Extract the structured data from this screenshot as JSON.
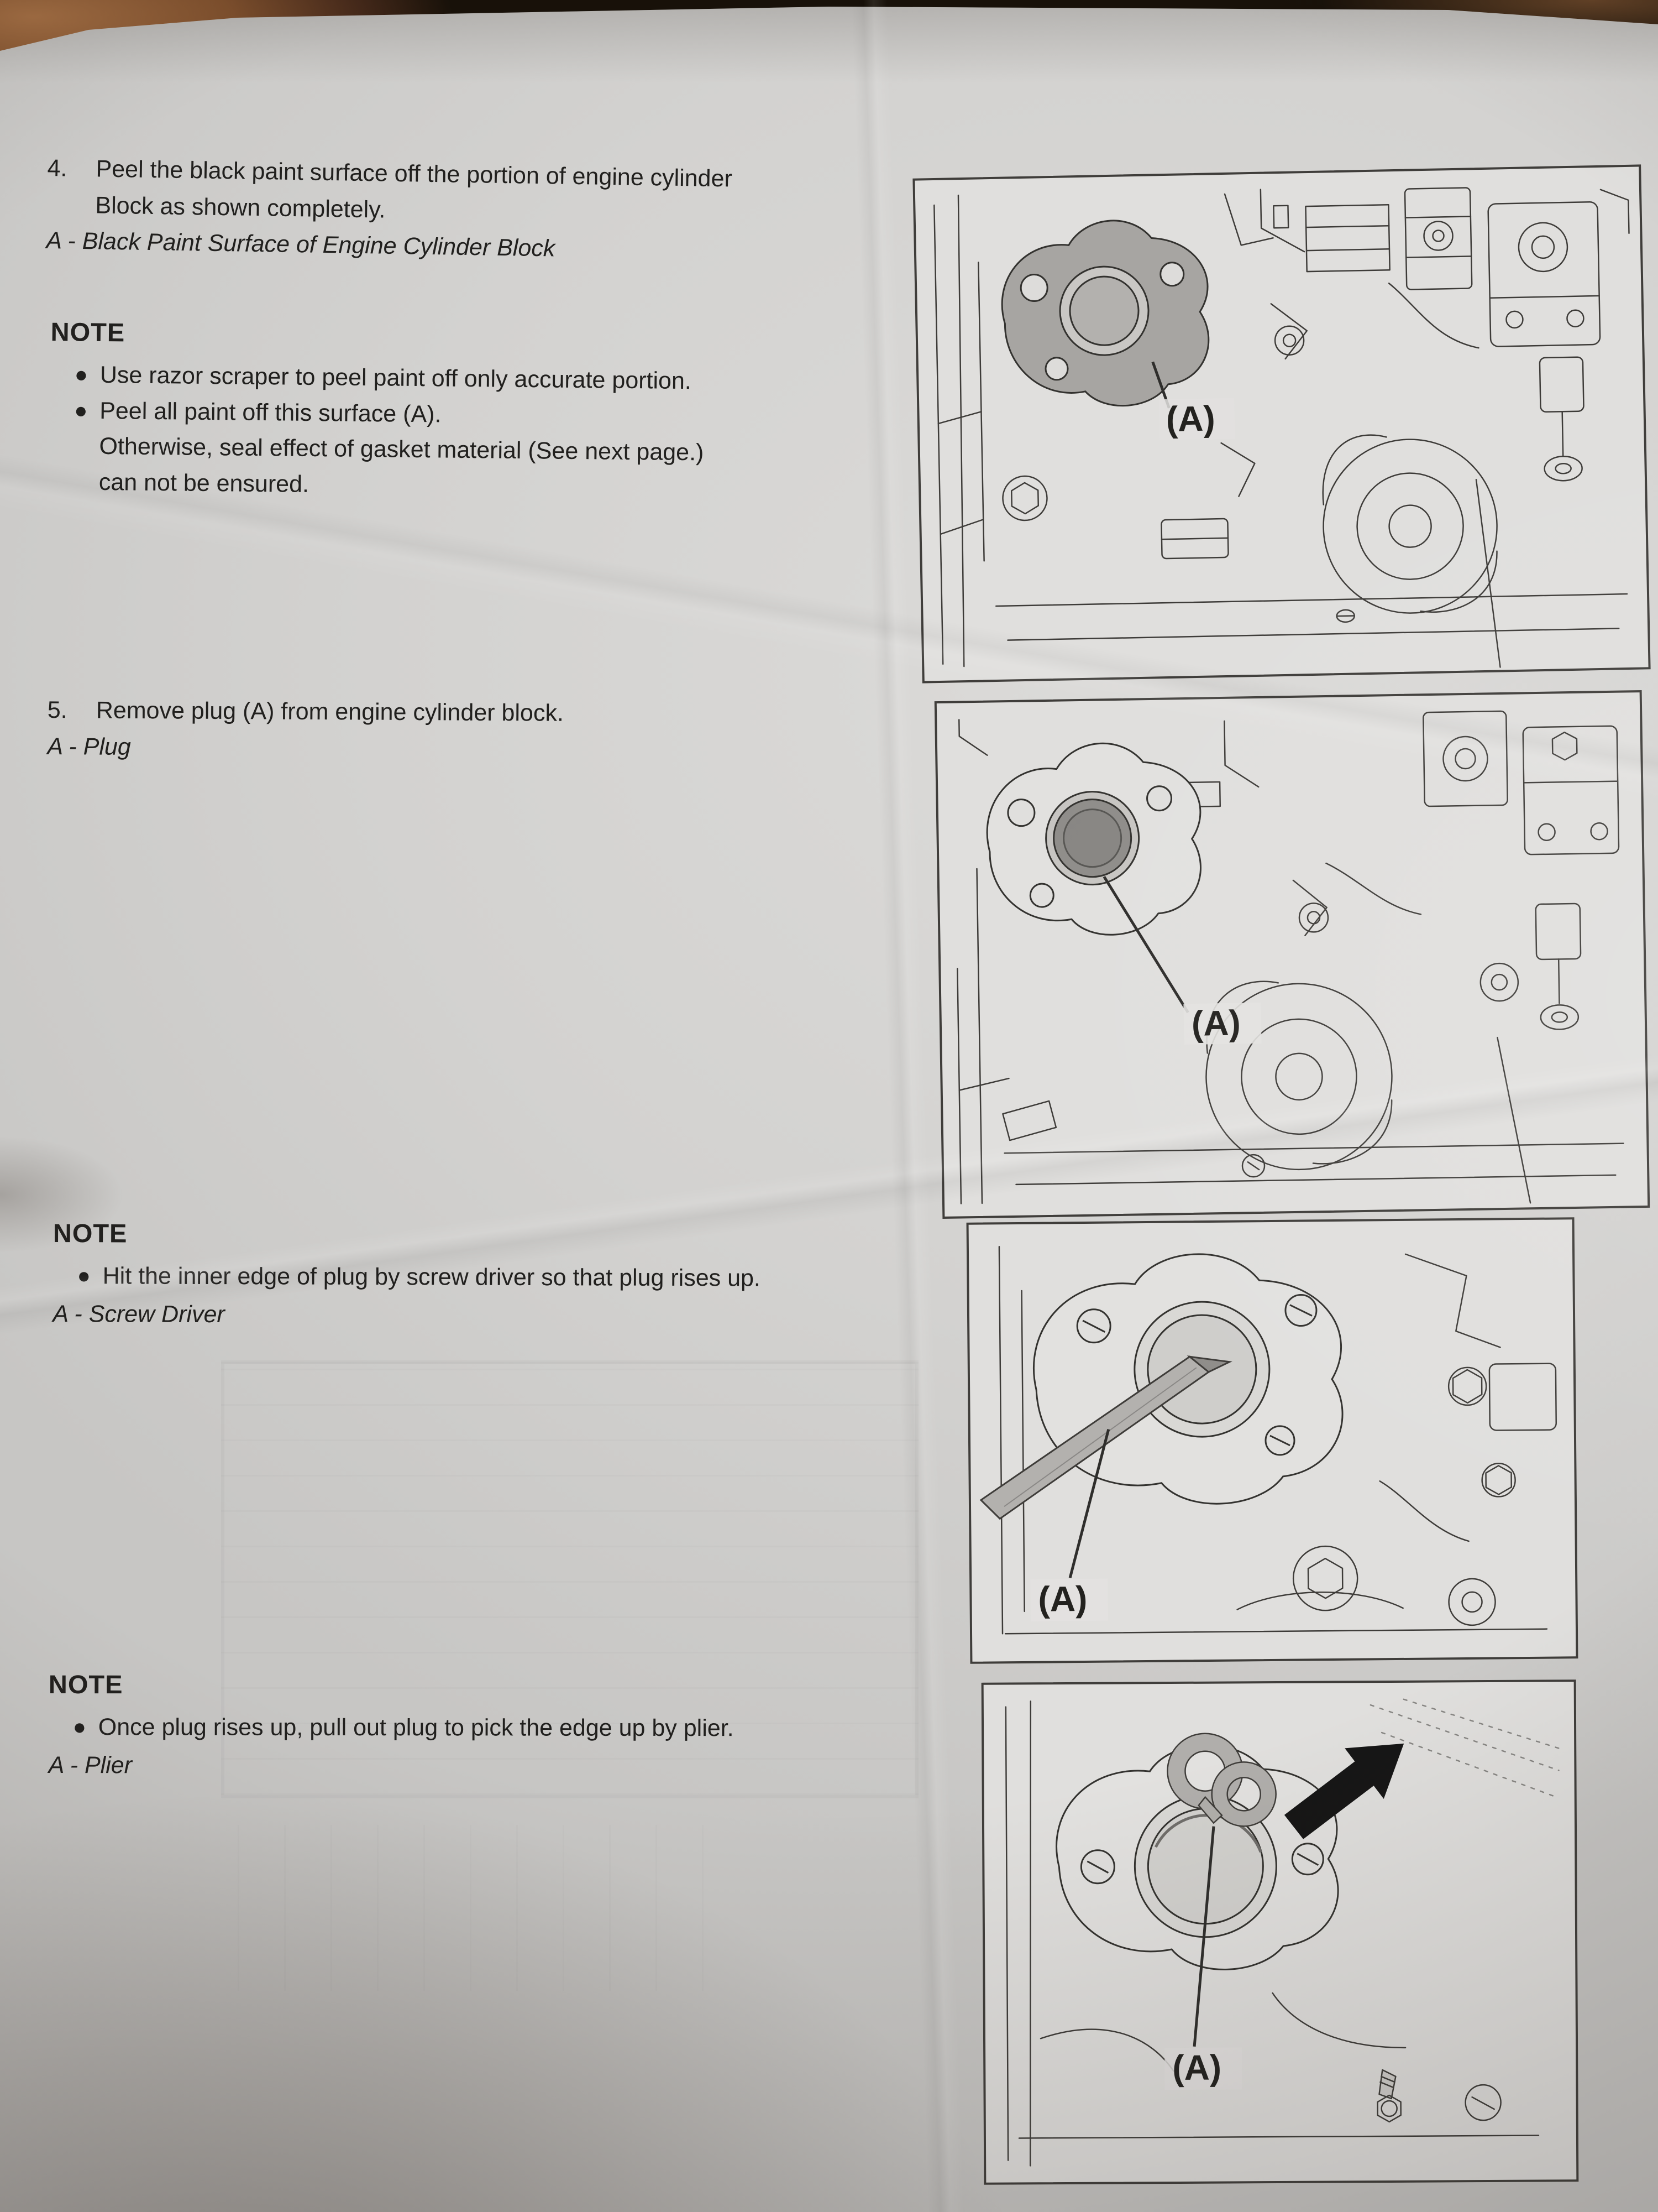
{
  "document": {
    "steps": [
      {
        "number": "4.",
        "line1": "Peel the black paint surface off the portion of engine cylinder",
        "line2": "Block as shown completely.",
        "caption": "A - Black Paint Surface of Engine Cylinder Block"
      },
      {
        "number": "5.",
        "line1": "Remove plug (A) from engine cylinder block.",
        "caption": "A - Plug"
      }
    ],
    "notes": [
      {
        "title": "NOTE",
        "bullets": [
          "Use razor scraper to peel paint off only accurate portion.",
          "Peel all paint off this surface (A)."
        ],
        "continuation": [
          "Otherwise, seal effect of gasket material (See next page.)",
          "can not be ensured."
        ]
      },
      {
        "title": "NOTE",
        "bullets": [
          "Hit the inner edge of plug by screw driver so that plug rises up."
        ],
        "caption": "A - Screw Driver"
      },
      {
        "title": "NOTE",
        "bullets": [
          "Once plug rises up, pull out plug to pick the edge up by plier."
        ],
        "caption": "A - Plier"
      }
    ],
    "figures": [
      {
        "label": "(A)"
      },
      {
        "label": "(A)"
      },
      {
        "label": "(A)"
      },
      {
        "label": "(A)"
      }
    ]
  },
  "colors": {
    "paper": "#d3d2d0",
    "ink": "#21201e",
    "line_art": "#3e3c39",
    "gasket_gray": "#a7a5a2",
    "tool_gray": "#b0aeab",
    "arrow_black": "#161616",
    "wood": "#8a5a36"
  }
}
